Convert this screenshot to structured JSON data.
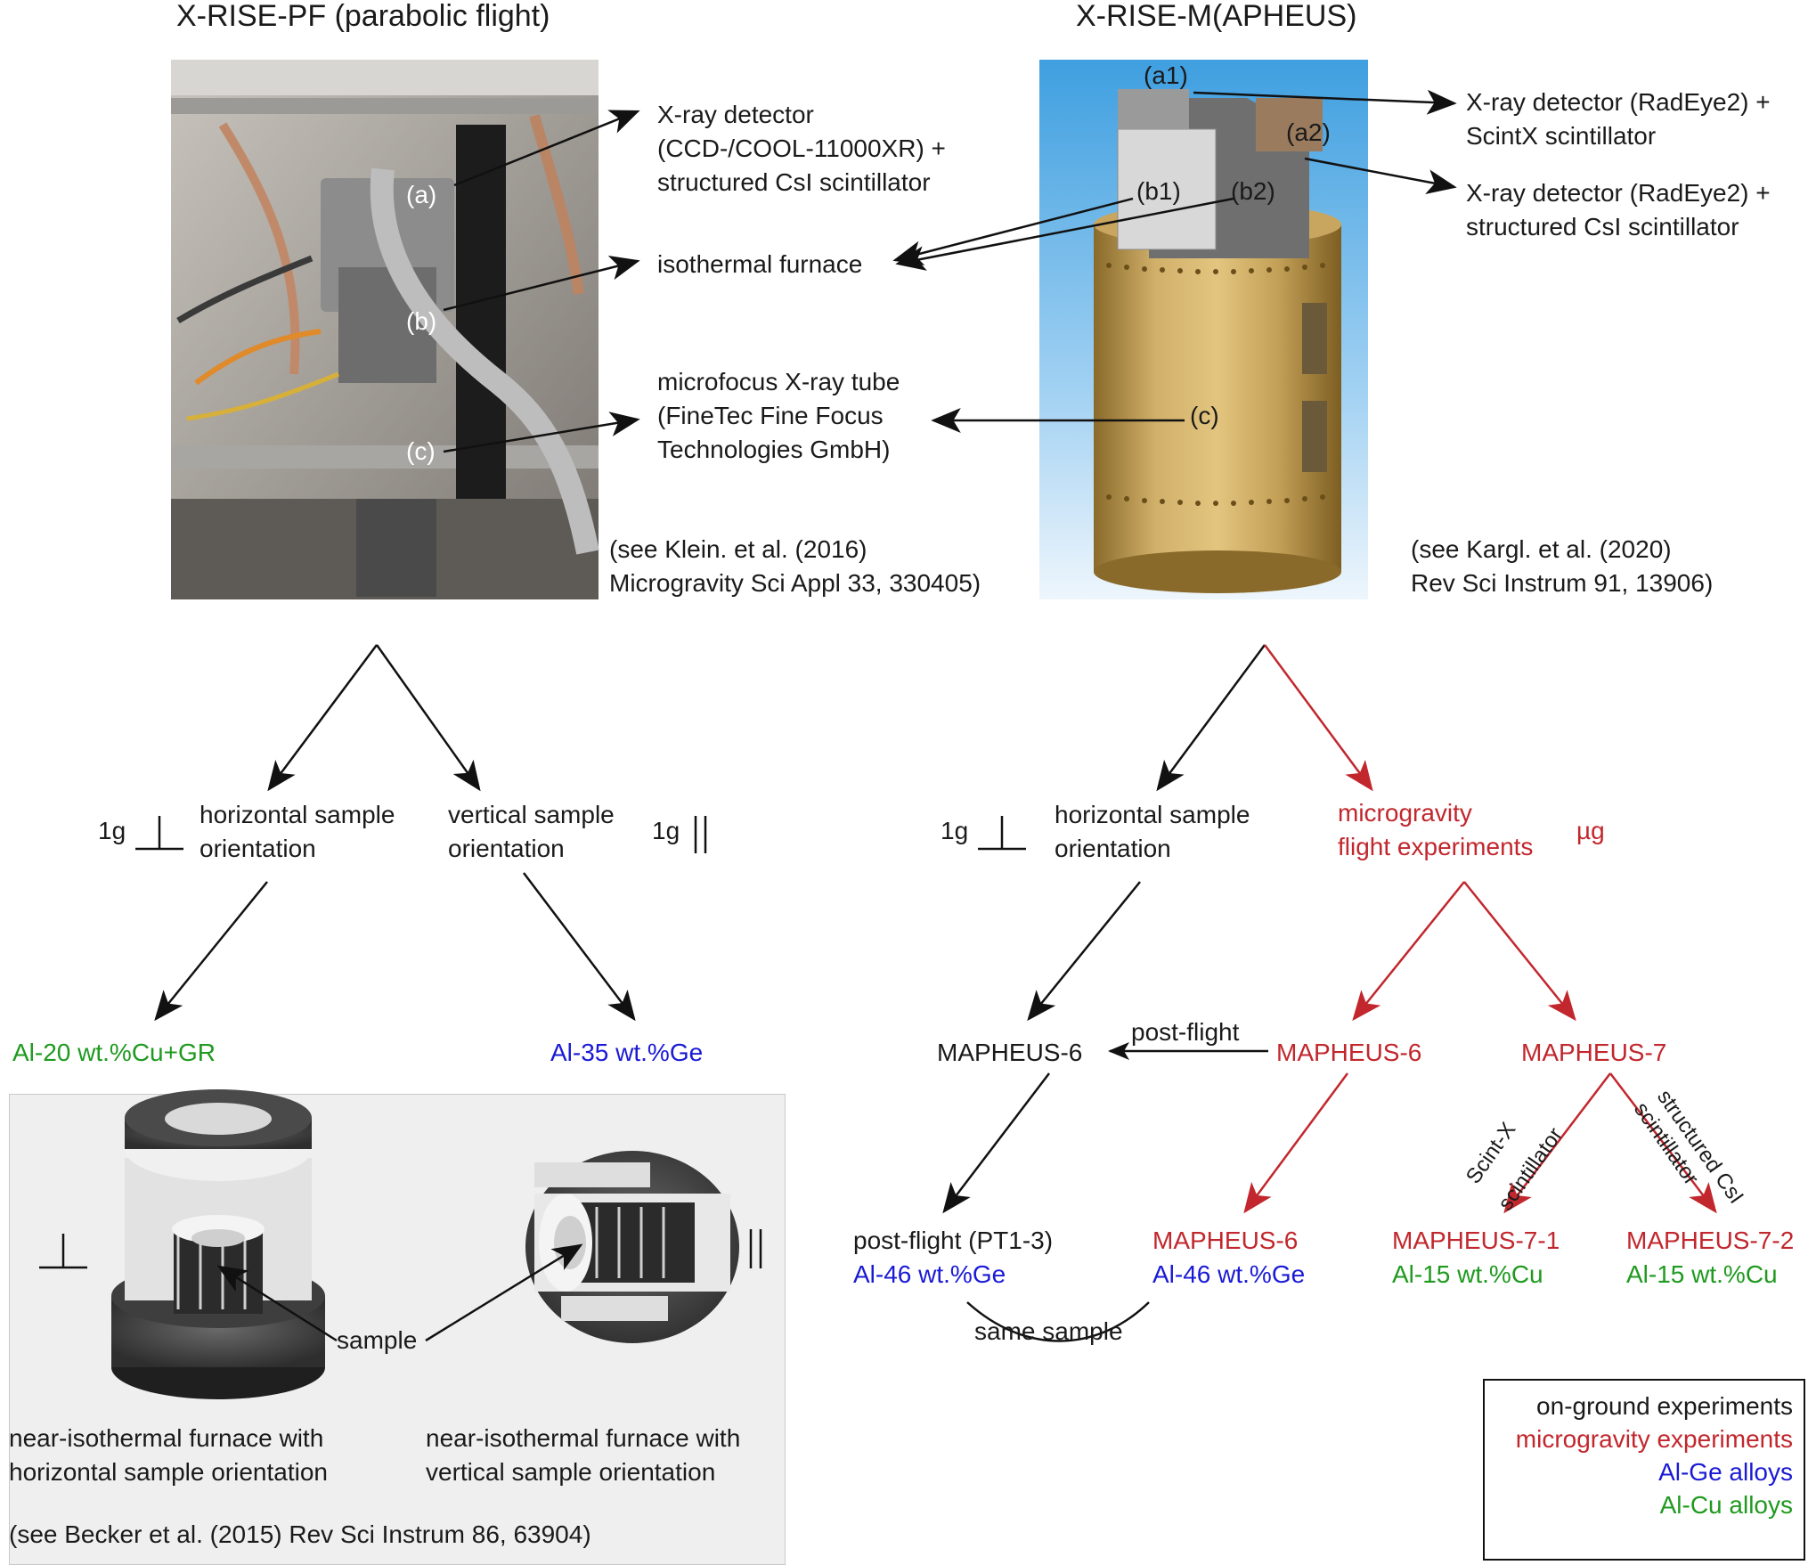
{
  "left": {
    "title": "X-RISE-PF (parabolic flight)",
    "photo_labels": {
      "a": "(a)",
      "b": "(b)",
      "c": "(c)"
    },
    "callouts": {
      "detector": [
        "X-ray detector",
        "(CCD-/COOL-11000XR) +",
        "structured CsI scintillator"
      ],
      "furnace": "isothermal furnace",
      "tube": [
        "microfocus X-ray tube",
        "(FineTec Fine Focus",
        "Technologies GmbH)"
      ]
    },
    "reference": [
      "(see Klein. et al. (2016)",
      "Microgravity Sci Appl 33, 330405)"
    ],
    "tree": {
      "horizontal": [
        "horizontal sample",
        "orientation"
      ],
      "vertical": [
        "vertical sample",
        "orientation"
      ],
      "g_label_h": "1g",
      "g_label_v": "1g",
      "alloy_h": "Al-20 wt.%Cu+GR",
      "alloy_v": "Al-35 wt.%Ge"
    },
    "panel": {
      "sample": "sample",
      "caption_h": [
        "near-isothermal furnace with",
        "horizontal sample orientation"
      ],
      "caption_v": [
        "near-isothermal furnace with",
        "vertical sample orientation"
      ],
      "reference": "(see Becker et al. (2015) Rev Sci Instrum 86, 63904)"
    }
  },
  "right": {
    "title": "X-RISE-M(APHEUS)",
    "photo_labels": {
      "a1": "(a1)",
      "a2": "(a2)",
      "b1": "(b1)",
      "b2": "(b2)",
      "c": "(c)"
    },
    "callouts": {
      "detector1": [
        "X-ray detector (RadEye2) +",
        "ScintX scintillator"
      ],
      "detector2": [
        "X-ray detector (RadEye2) +",
        "structured CsI scintillator"
      ]
    },
    "reference": [
      "(see Kargl. et al. (2020)",
      "Rev Sci Instrum 91, 13906)"
    ],
    "tree": {
      "horizontal": [
        "horizontal sample",
        "orientation"
      ],
      "g_label": "1g",
      "micro": [
        "microgravity",
        "flight experiments"
      ],
      "mu_label": "µg",
      "mapheus6_ground": "MAPHEUS-6",
      "post_flight_arrow": "post-flight",
      "mapheus6": "MAPHEUS-6",
      "mapheus7": "MAPHEUS-7",
      "scintx": [
        "Scint-X",
        "scintillator"
      ],
      "csi": [
        "structured CsI",
        "scintillator"
      ],
      "postflight_node": "post-flight (PT1-3)",
      "postflight_alloy": "Al-46 wt.%Ge",
      "m6_node": "MAPHEUS-6",
      "m6_alloy": "Al-46 wt.%Ge",
      "m71": "MAPHEUS-7-1",
      "m71_alloy": "Al-15 wt.%Cu",
      "m72": "MAPHEUS-7-2",
      "m72_alloy": "Al-15 wt.%Cu",
      "same_sample": "same sample"
    }
  },
  "legend": {
    "ground": "on-ground experiments",
    "micro": "microgravity experiments",
    "alge": "Al-Ge alloys",
    "alcu": "Al-Cu alloys"
  },
  "colors": {
    "microgravity": "#c1272d",
    "al_ge": "#1a1ad6",
    "al_cu": "#1f9a1f",
    "ground": "#1a1a1a"
  }
}
